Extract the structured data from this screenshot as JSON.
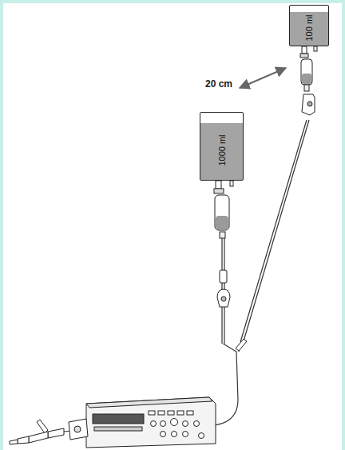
{
  "diagram": {
    "nodes": [
      {
        "text": [
          "100 ml"
        ]
      },
      {
        "text": [
          "1000 ml"
        ]
      }
    ],
    "labels": [
      "20 cm"
    ]
  }
}
